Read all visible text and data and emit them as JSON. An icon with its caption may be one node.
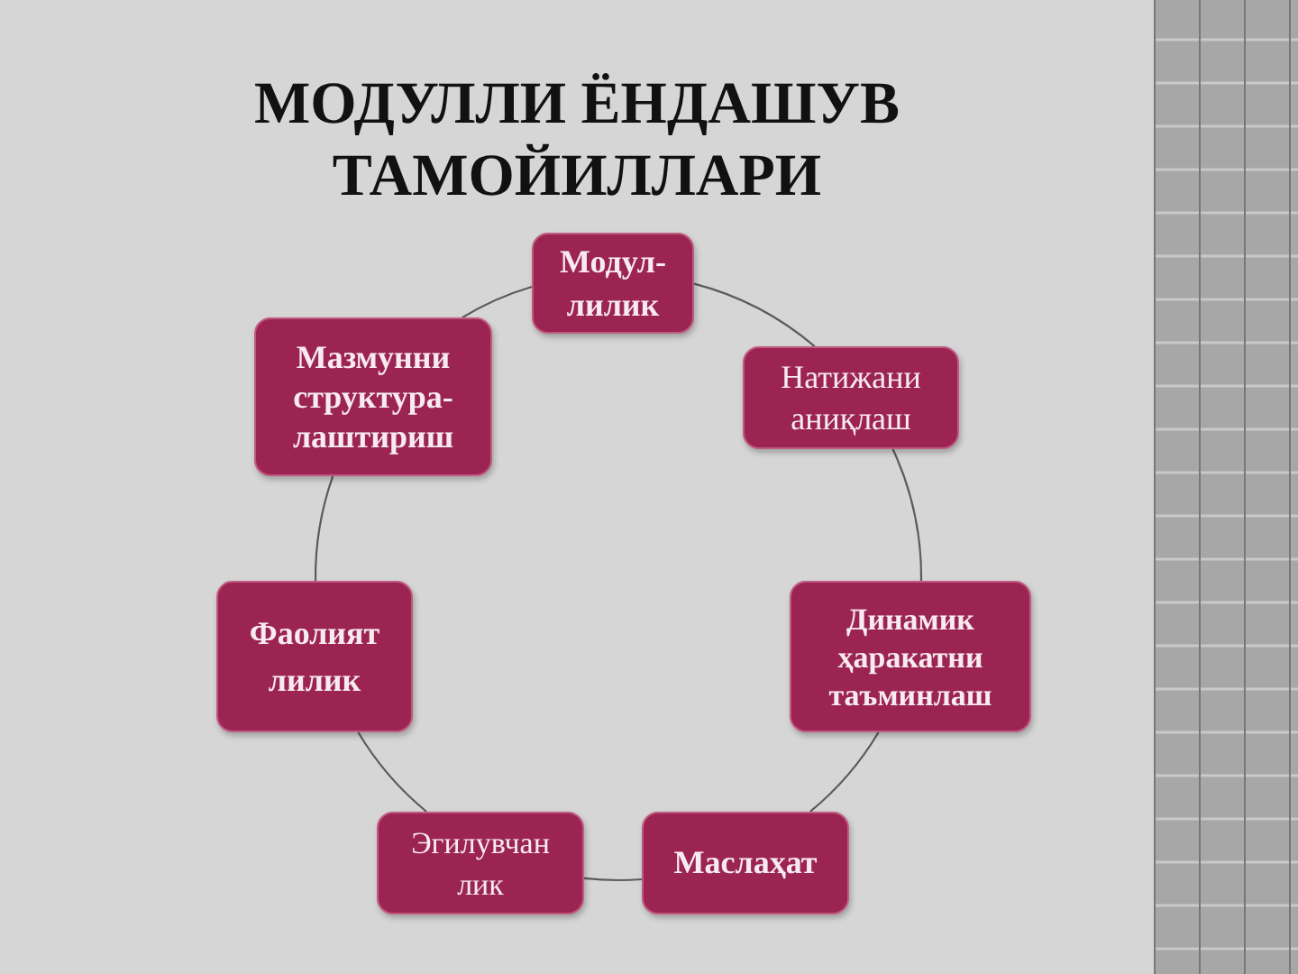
{
  "diagram": {
    "title": "МОДУЛЛИ ЁНДАШУВ ТАМОЙИЛЛАРИ",
    "nodes": [
      {
        "text": [
          "Модул- лилик"
        ]
      },
      {
        "text": [
          "Натижани аниқлаш"
        ]
      },
      {
        "text": [
          "Динамик ҳаракатни таъминлаш"
        ]
      },
      {
        "text": [
          "Маслаҳат"
        ]
      },
      {
        "text": [
          "Эгилувчан лик"
        ]
      },
      {
        "text": [
          "Фаолият лилик"
        ]
      },
      {
        "text": [
          "Мазмунни структура- лаштириш"
        ]
      }
    ],
    "edges": [
      {
        "from": 0,
        "to": 1,
        "arrow": "none"
      },
      {
        "from": 1,
        "to": 2,
        "arrow": "none"
      },
      {
        "from": 2,
        "to": 3,
        "arrow": "none"
      },
      {
        "from": 3,
        "to": 4,
        "arrow": "none"
      },
      {
        "from": 4,
        "to": 5,
        "arrow": "none"
      },
      {
        "from": 5,
        "to": 6,
        "arrow": "none"
      },
      {
        "from": 6,
        "to": 0,
        "arrow": "none"
      }
    ]
  }
}
